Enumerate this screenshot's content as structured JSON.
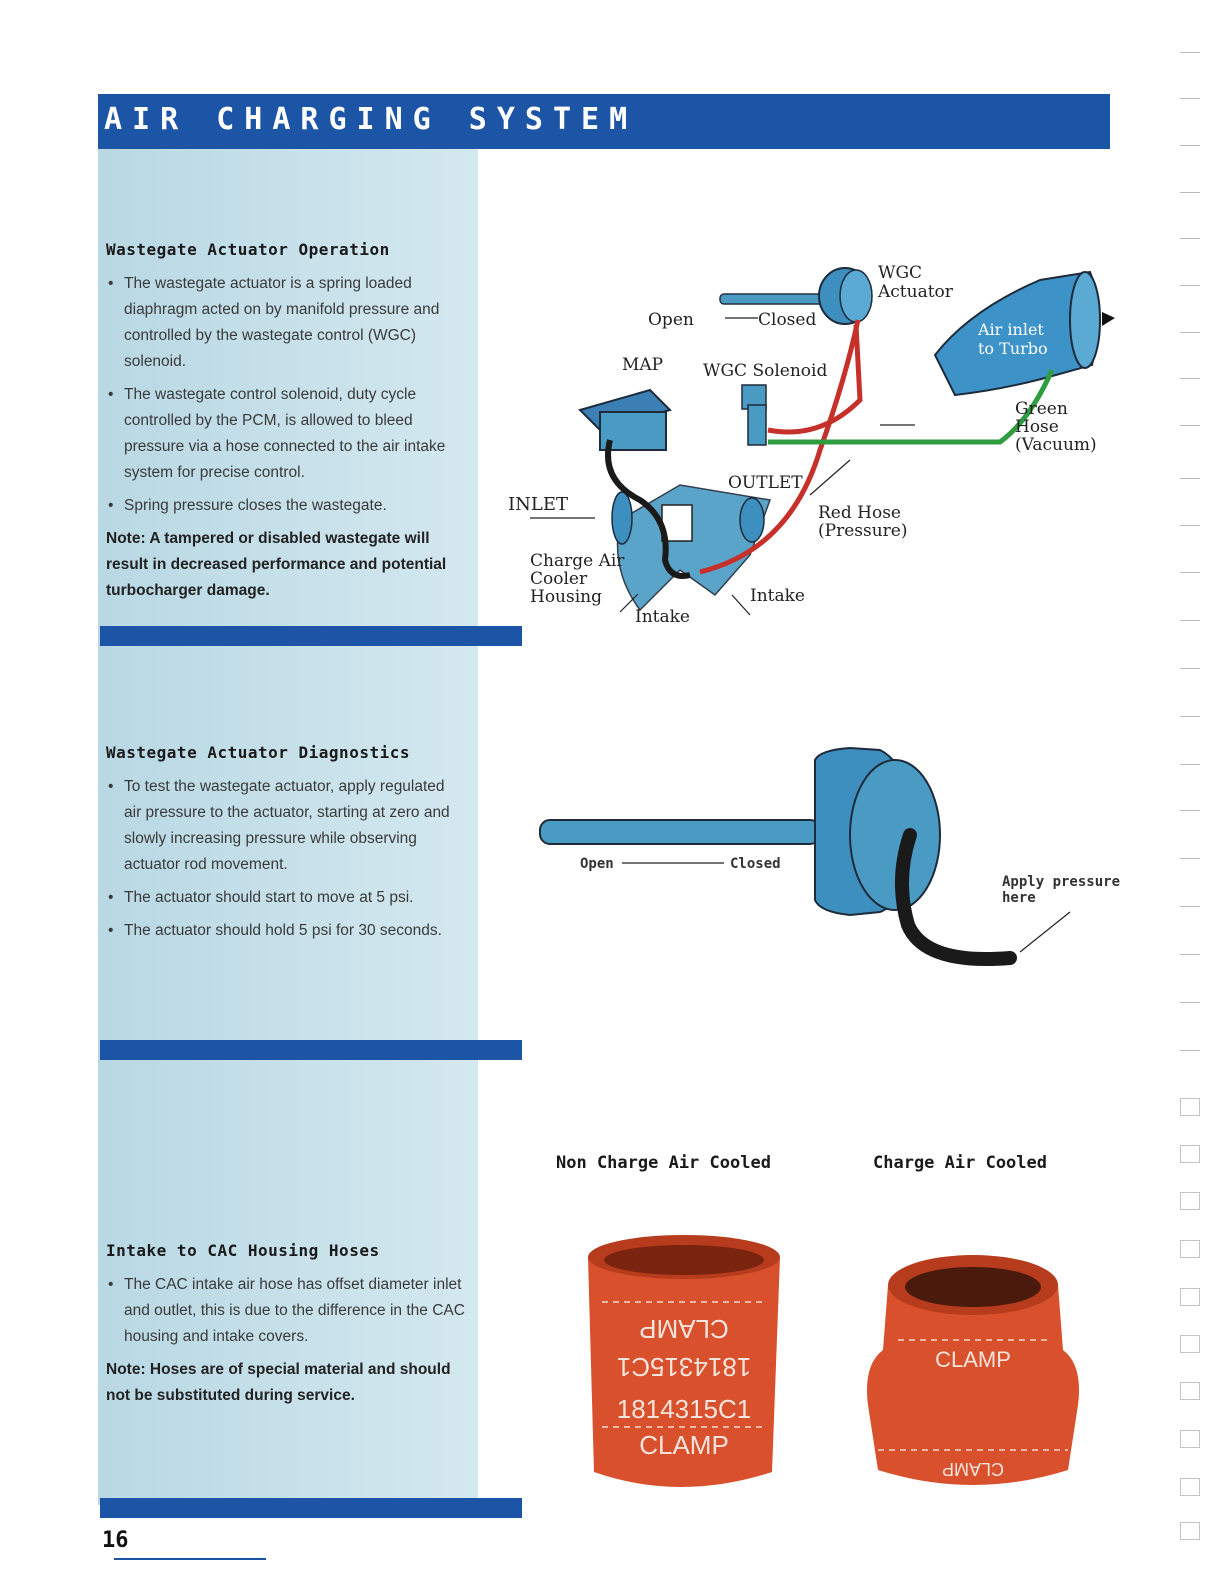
{
  "header": {
    "title": "AIR CHARGING SYSTEM"
  },
  "sections": [
    {
      "title": "Wastegate Actuator Operation",
      "bullets": [
        "The wastegate actuator is a spring loaded diaphragm acted on by manifold pressure and controlled by the wastegate control (WGC) solenoid.",
        "The wastegate control solenoid, duty cycle controlled by the PCM, is allowed to bleed pressure via a hose connected to the air intake system for precise control.",
        "Spring pressure closes the wastegate."
      ],
      "note": "Note: A tampered or disabled wastegate will result in decreased performance and potential turbocharger damage."
    },
    {
      "title": "Wastegate Actuator Diagnostics",
      "bullets": [
        "To test the wastegate actuator, apply regulated air pressure to the actuator, starting at zero and slowly increasing pressure while observing actuator rod movement.",
        "The actuator should start to move at 5 psi.",
        "The actuator should hold 5 psi for 30 seconds."
      ]
    },
    {
      "title": "Intake to CAC Housing Hoses",
      "bullets": [
        "The CAC intake air hose has offset diameter inlet and outlet, this is due to the difference in the CAC housing and intake covers."
      ],
      "note": "Note: Hoses are of special material and should not be substituted during service."
    }
  ],
  "diagram1": {
    "wgc_actuator": [
      "WGC",
      "Actuator"
    ],
    "open": "Open",
    "closed": "Closed",
    "map": "MAP",
    "wgc_solenoid": "WGC Solenoid",
    "air_inlet": [
      "Air inlet",
      "to Turbo"
    ],
    "green_hose": [
      "Green",
      "Hose",
      "(Vacuum)"
    ],
    "outlet": "OUTLET",
    "inlet": "INLET",
    "red_hose": [
      "Red Hose",
      "(Pressure)"
    ],
    "charge_air": [
      "Charge Air",
      "Cooler",
      "Housing"
    ],
    "intake_left": "Intake",
    "intake_right": "Intake"
  },
  "diagram2": {
    "open": "Open",
    "closed": "Closed",
    "apply": [
      "Apply pressure",
      "here"
    ]
  },
  "photos": {
    "left_caption": "Non Charge Air Cooled",
    "right_caption": "Charge Air Cooled",
    "hose_lines": [
      "CLAMP",
      "1814315C1",
      "1814315C1",
      "CLAMP"
    ],
    "right_hose_lines": [
      "CLAMP",
      "CLAMP"
    ]
  },
  "footer": {
    "page_number": "16"
  }
}
